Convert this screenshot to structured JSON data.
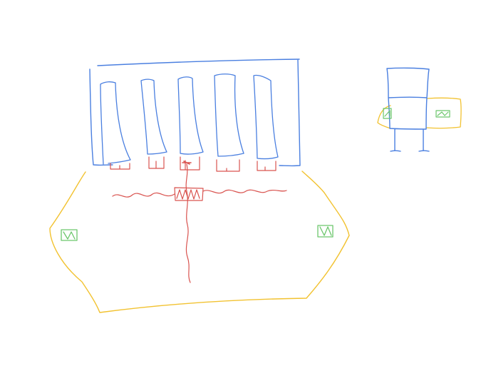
{
  "colors": {
    "blue": "#4A7FE0",
    "red": "#D9534F",
    "yellow": "#F2C230",
    "green": "#6CC66C",
    "background": "#FFFFFF"
  },
  "elements": {
    "main_panel": {
      "color": "blue",
      "count": 1,
      "slots": 5
    },
    "connectors": {
      "color": "red",
      "count": 5
    },
    "cable_cross": {
      "color": "red",
      "count": 1
    },
    "oval_area": {
      "color": "yellow",
      "count": 1
    },
    "green_markers_large": {
      "color": "green",
      "count": 2
    },
    "side_unit": {
      "color": "blue",
      "count": 1
    },
    "side_unit_wings": {
      "color": "yellow",
      "count": 1
    },
    "side_unit_markers": {
      "color": "green",
      "count": 2
    }
  }
}
